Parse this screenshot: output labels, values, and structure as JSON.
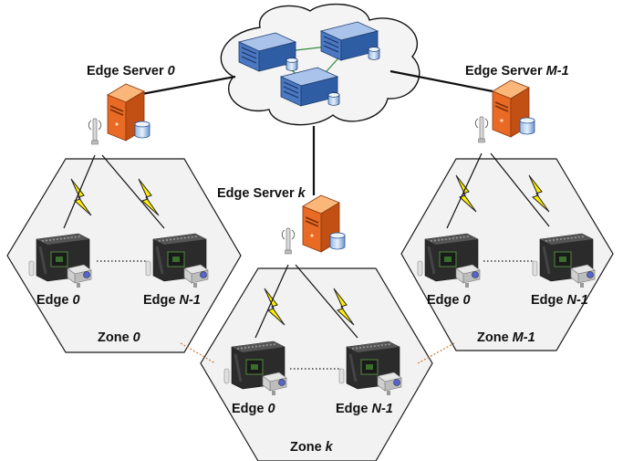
{
  "cloud": {
    "servers": 3
  },
  "edge_servers": [
    {
      "label": "Edge Server ",
      "index": "0"
    },
    {
      "label": "Edge Server ",
      "index": "k"
    },
    {
      "label": "Edge Server ",
      "index": "M-1"
    }
  ],
  "zones": [
    {
      "label": "Zone ",
      "index": "0",
      "edge_left": "0",
      "edge_right": "N-1"
    },
    {
      "label": "Zone ",
      "index": "k",
      "edge_left": "0",
      "edge_right": "N-1"
    },
    {
      "label": "Zone ",
      "index": "M-1",
      "edge_left": "0",
      "edge_right": "N-1"
    }
  ],
  "edge_word": "Edge ",
  "colors": {
    "server_orange": "#f07a2a",
    "server_blue": "#3f6fb8",
    "bolt": "#ffee00",
    "zone_fill": "#f2f2f2",
    "zone_link": "#d0742a"
  }
}
